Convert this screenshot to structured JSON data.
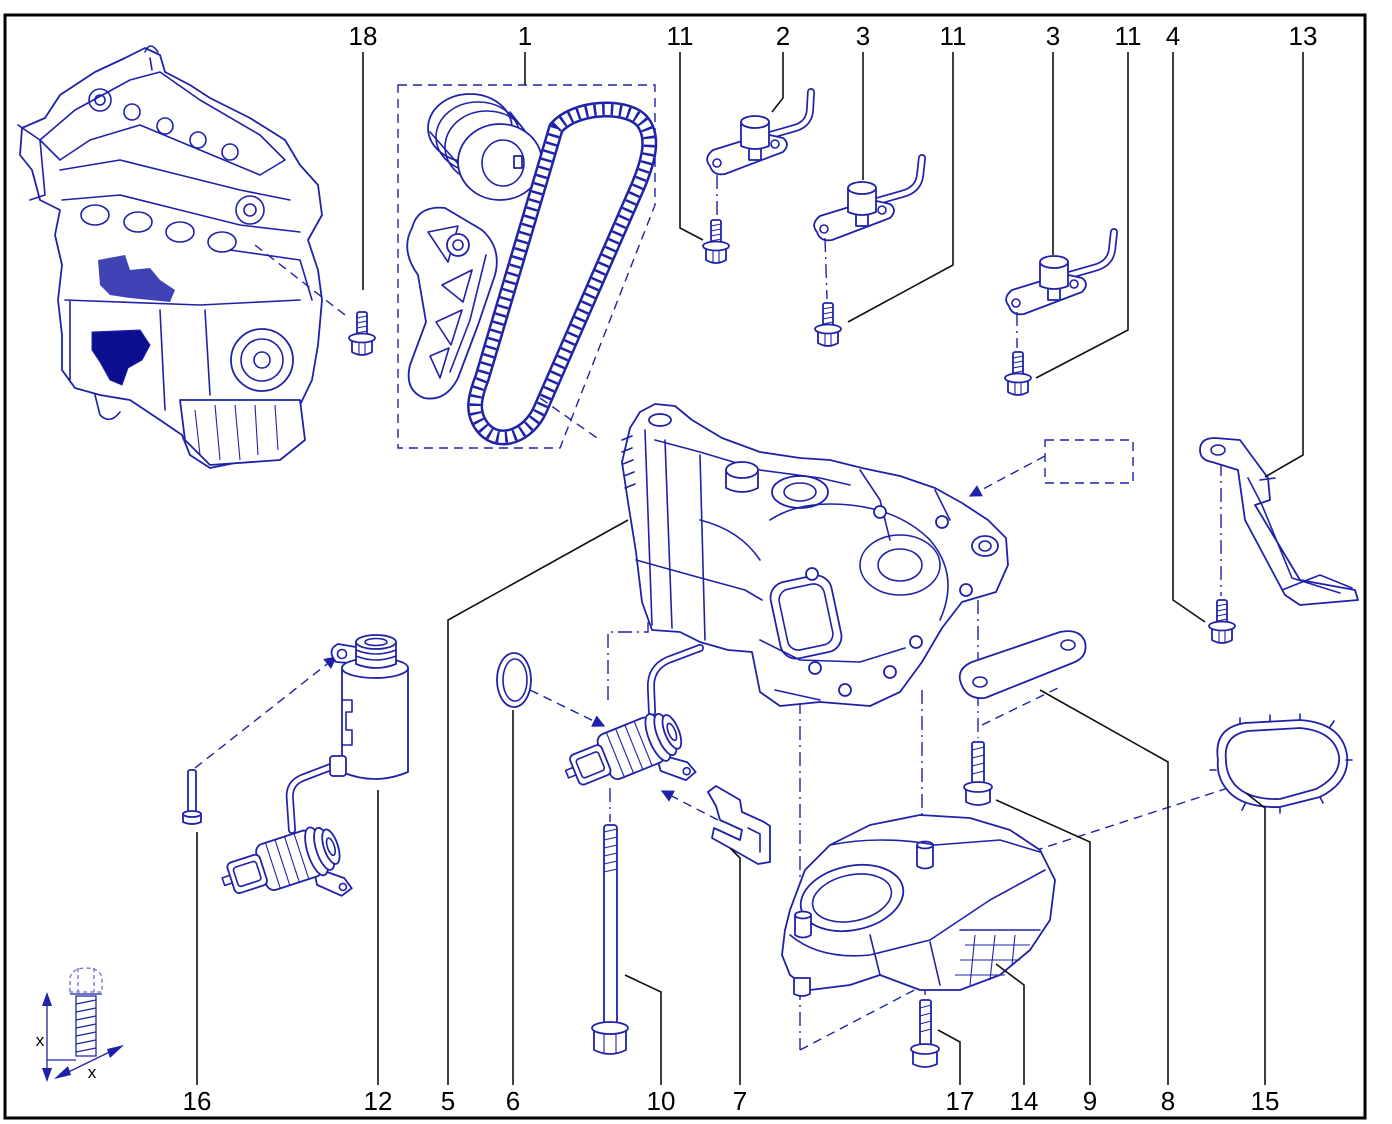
{
  "callouts": {
    "top": [
      "18",
      "1",
      "11",
      "2",
      "3",
      "11",
      "3",
      "11",
      "4",
      "13"
    ],
    "bottom": [
      "16",
      "12",
      "5",
      "6",
      "10",
      "7",
      "17",
      "14",
      "9",
      "8",
      "15"
    ]
  },
  "dimension_icon": {
    "labels": [
      "x",
      "x"
    ]
  },
  "colors": {
    "drawing_line": "#1f22a8",
    "leader_line": "#111111",
    "frame": "#000000",
    "highlight_fill": "#0b0f8f"
  }
}
